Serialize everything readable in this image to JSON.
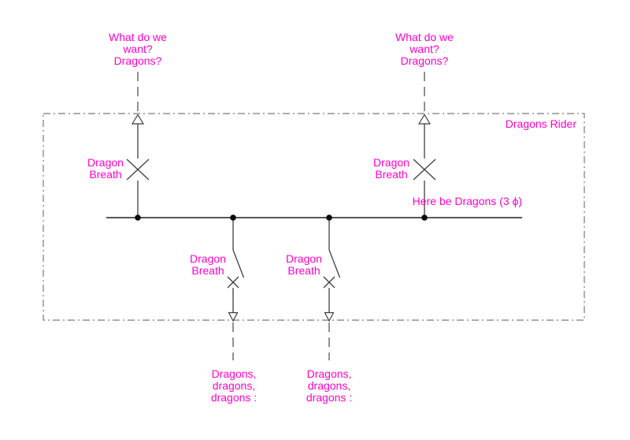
{
  "diagram": {
    "frame_label": "Dragons Rider",
    "bus_label": "Here be Dragons (3 ϕ)",
    "top_feeders": [
      {
        "question": "What do we\nwant?\nDragons?",
        "device_label": "Dragon\nBreath"
      },
      {
        "question": "What do we\nwant?\nDragons?",
        "device_label": "Dragon\nBreath"
      }
    ],
    "bottom_feeders": [
      {
        "device_label": "Dragon\nBreath",
        "load_label": "Dragons,\ndragons,\ndragons :"
      },
      {
        "device_label": "Dragon\nBreath",
        "load_label": "Dragons,\ndragons,\ndragons :"
      }
    ],
    "colors": {
      "label": "#ff00cc",
      "line": "#3f3f3f",
      "frame": "#7a7a7a",
      "leader": "#555555",
      "dot": "#0a0a0a",
      "paper": "#ffffff"
    }
  }
}
